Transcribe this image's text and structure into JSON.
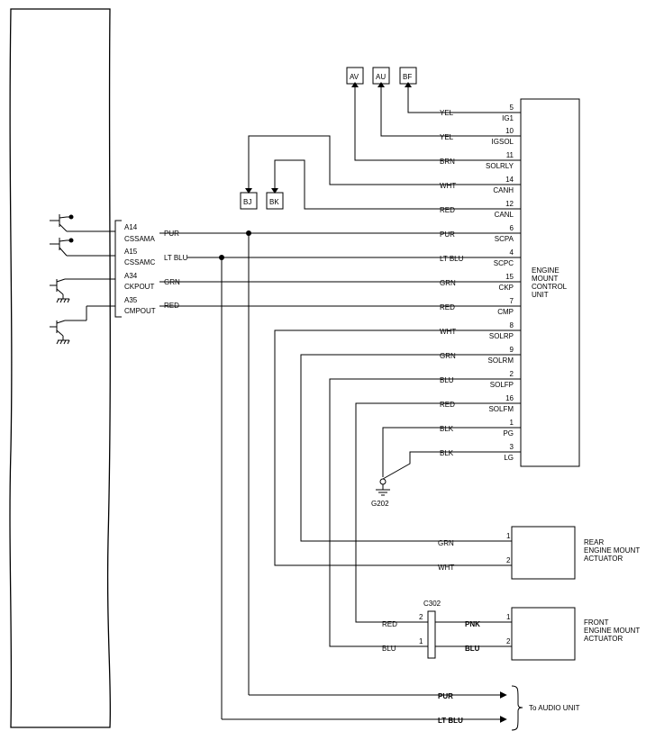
{
  "ecm_pins": [
    {
      "pin": "A14",
      "signal": "CSSAMA",
      "wire": "PUR"
    },
    {
      "pin": "A15",
      "signal": "CSSAMC",
      "wire": "LT BLU"
    },
    {
      "pin": "A34",
      "signal": "CKPOUT",
      "wire": "GRN"
    },
    {
      "pin": "A35",
      "signal": "CMPOUT",
      "wire": "RED"
    }
  ],
  "refs": [
    {
      "id": "AV"
    },
    {
      "id": "AU"
    },
    {
      "id": "BF"
    },
    {
      "id": "BJ"
    },
    {
      "id": "BK"
    }
  ],
  "emcu_pins": [
    {
      "num": "5",
      "name": "IG1",
      "wire": "YEL"
    },
    {
      "num": "10",
      "name": "IGSOL",
      "wire": "YEL"
    },
    {
      "num": "11",
      "name": "SOLRLY",
      "wire": "BRN"
    },
    {
      "num": "14",
      "name": "CANH",
      "wire": "WHT"
    },
    {
      "num": "12",
      "name": "CANL",
      "wire": "RED"
    },
    {
      "num": "6",
      "name": "SCPA",
      "wire": "PUR"
    },
    {
      "num": "4",
      "name": "SCPC",
      "wire": "LT BLU"
    },
    {
      "num": "15",
      "name": "CKP",
      "wire": "GRN"
    },
    {
      "num": "7",
      "name": "CMP",
      "wire": "RED"
    },
    {
      "num": "8",
      "name": "SOLRP",
      "wire": "WHT"
    },
    {
      "num": "9",
      "name": "SOLRM",
      "wire": "GRN"
    },
    {
      "num": "2",
      "name": "SOLFP",
      "wire": "BLU"
    },
    {
      "num": "16",
      "name": "SOLFM",
      "wire": "RED"
    },
    {
      "num": "1",
      "name": "PG",
      "wire": "BLK"
    },
    {
      "num": "3",
      "name": "LG",
      "wire": "BLK"
    }
  ],
  "emcu_label": [
    "ENGINE",
    "MOUNT",
    "CONTROL",
    "UNIT"
  ],
  "ground": {
    "label": "G202"
  },
  "rear_actuator": {
    "label": [
      "REAR",
      "ENGINE MOUNT",
      "ACTUATOR"
    ],
    "pins": [
      {
        "num": "1",
        "wire": "GRN"
      },
      {
        "num": "2",
        "wire": "WHT"
      }
    ]
  },
  "connector": {
    "label": "C302",
    "left_pins": [
      "2",
      "1"
    ]
  },
  "front_actuator": {
    "label": [
      "FRONT",
      "ENGINE MOUNT",
      "ACTUATOR"
    ],
    "pins": [
      {
        "num": "1",
        "in_wire": "RED",
        "out_wire": "PNK"
      },
      {
        "num": "2",
        "in_wire": "BLU",
        "out_wire": "BLU"
      }
    ]
  },
  "audio": {
    "wires": [
      "PUR",
      "LT BLU"
    ],
    "label": "To AUDIO UNIT"
  }
}
